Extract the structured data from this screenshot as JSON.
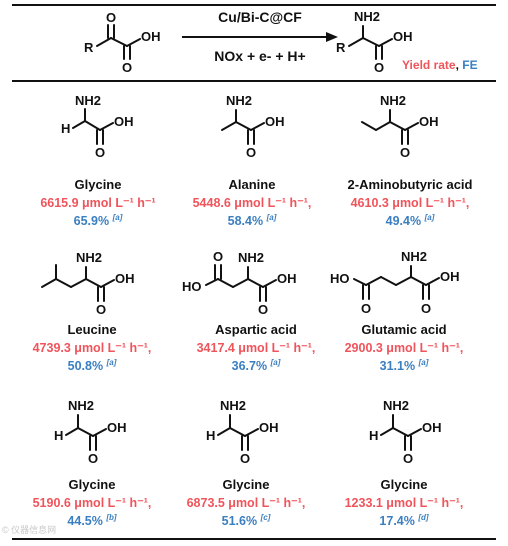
{
  "reaction": {
    "reactant_r": "R",
    "reactant_o_top": "O",
    "reactant_oh": "OH",
    "reactant_o_bottom": "O",
    "catalyst": "Cu/Bi-C@CF",
    "conditions": "NOx + e- + H+",
    "product_nh2": "NH2",
    "product_r": "R",
    "product_oh": "OH",
    "product_o": "O",
    "legend_yield": "Yield rate",
    "legend_sep": ", ",
    "legend_fe": "FE"
  },
  "products": [
    {
      "name": "Glycine",
      "yield": "6615.9 μmol L⁻¹ h⁻¹",
      "fe": "65.9%",
      "note": "[a]"
    },
    {
      "name": "Alanine",
      "yield": "5448.6 μmol L⁻¹ h⁻¹,",
      "fe": "58.4%",
      "note": "[a]"
    },
    {
      "name": "2-Aminobutyric acid",
      "yield": "4610.3 μmol L⁻¹ h⁻¹,",
      "fe": "49.4%",
      "note": "[a]"
    },
    {
      "name": "Leucine",
      "yield": "4739.3 μmol L⁻¹ h⁻¹,",
      "fe": "50.8%",
      "note": "[a]"
    },
    {
      "name": "Aspartic acid",
      "yield": "3417.4 μmol L⁻¹ h⁻¹,",
      "fe": "36.7%",
      "note": "[a]"
    },
    {
      "name": "Glutamic acid",
      "yield": "2900.3 μmol L⁻¹ h⁻¹,",
      "fe": "31.1%",
      "note": "[a]"
    },
    {
      "name": "Glycine",
      "yield": "5190.6 μmol L⁻¹ h⁻¹,",
      "fe": "44.5%",
      "note": "[b]"
    },
    {
      "name": "Glycine",
      "yield": "6873.5 μmol L⁻¹ h⁻¹,",
      "fe": "51.6%",
      "note": "[c]"
    },
    {
      "name": "Glycine",
      "yield": "1233.1 μmol L⁻¹ h⁻¹,",
      "fe": "17.4%",
      "note": "[d]"
    }
  ],
  "atoms": {
    "nh2": "NH2",
    "oh": "OH",
    "ho": "HO",
    "o": "O",
    "h": "H"
  },
  "watermark": "© 仪器信息网"
}
